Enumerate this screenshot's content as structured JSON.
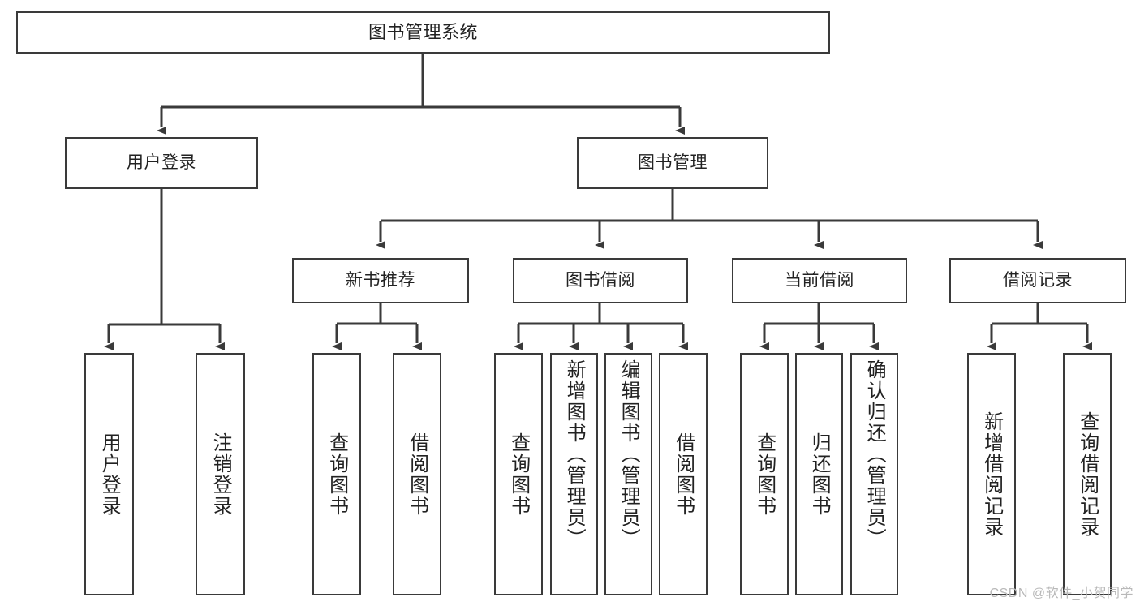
{
  "diagram": {
    "title": "图书管理系统",
    "line_color": "#3a3a3a",
    "box_border_color": "#3a3a3a",
    "text_color": "#222222",
    "background": "#ffffff"
  },
  "nodes": {
    "root": {
      "label": "图书管理系统"
    },
    "level2": [
      {
        "id": "user-login",
        "label": "用户登录"
      },
      {
        "id": "book-management",
        "label": "图书管理"
      }
    ],
    "level3": [
      {
        "id": "new-book-recommend",
        "label": "新书推荐"
      },
      {
        "id": "book-borrow",
        "label": "图书借阅"
      },
      {
        "id": "current-borrow",
        "label": "当前借阅"
      },
      {
        "id": "borrow-record",
        "label": "借阅记录"
      }
    ],
    "leaves": [
      {
        "id": "leaf-user-login",
        "label": "用户登录",
        "parent": "user-login"
      },
      {
        "id": "leaf-logout",
        "label": "注销登录",
        "parent": "user-login"
      },
      {
        "id": "leaf-query-book-1",
        "label": "查询图书",
        "parent": "new-book-recommend"
      },
      {
        "id": "leaf-borrow-book-1",
        "label": "借阅图书",
        "parent": "new-book-recommend"
      },
      {
        "id": "leaf-query-book-2",
        "label": "查询图书",
        "parent": "book-borrow"
      },
      {
        "id": "leaf-add-book",
        "label": "新增图书（管理员）",
        "parent": "book-borrow"
      },
      {
        "id": "leaf-edit-book",
        "label": "编辑图书（管理员）",
        "parent": "book-borrow"
      },
      {
        "id": "leaf-borrow-book-2",
        "label": "借阅图书",
        "parent": "book-borrow"
      },
      {
        "id": "leaf-query-book-3",
        "label": "查询图书",
        "parent": "current-borrow"
      },
      {
        "id": "leaf-return-book",
        "label": "归还图书",
        "parent": "current-borrow"
      },
      {
        "id": "leaf-confirm-return",
        "label": "确认归还（管理员）",
        "parent": "current-borrow"
      },
      {
        "id": "leaf-add-record",
        "label": "新增借阅记录",
        "parent": "borrow-record"
      },
      {
        "id": "leaf-query-record",
        "label": "查询借阅记录",
        "parent": "borrow-record"
      }
    ]
  },
  "watermark": {
    "text": "CSDN @软件_小贺同学"
  }
}
